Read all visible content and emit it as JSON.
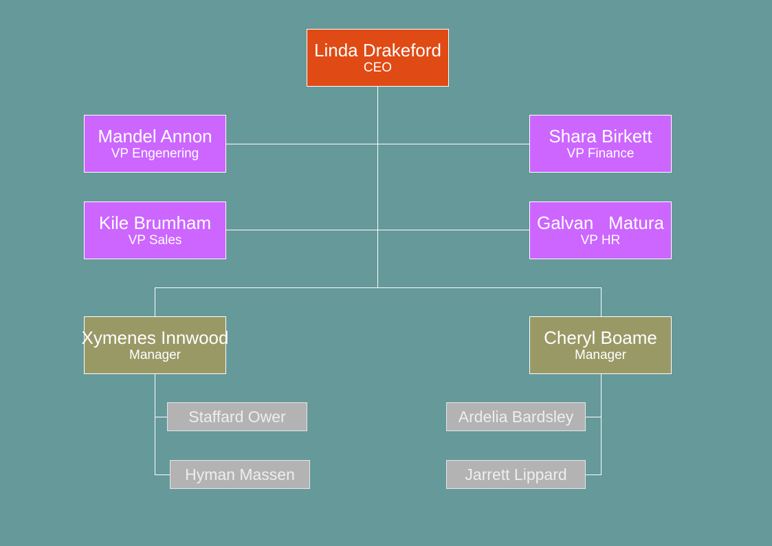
{
  "org": {
    "ceo": {
      "name": "Linda Drakeford",
      "role": "CEO",
      "color": "#e04a14"
    },
    "vps": [
      {
        "name": "Mandel Annon",
        "role": "VP Engenering"
      },
      {
        "name": "Shara Birkett",
        "role": "VP Finance"
      },
      {
        "name": "Kile Brumham",
        "role": "VP Sales"
      },
      {
        "name": "Galvan   Matura",
        "role": "VP HR"
      }
    ],
    "managers": [
      {
        "name": "Xymenes Innwood",
        "role": "Manager"
      },
      {
        "name": "Cheryl Boame",
        "role": "Manager"
      }
    ],
    "staff": [
      {
        "name": "Staffard Ower"
      },
      {
        "name": "Hyman Massen"
      },
      {
        "name": "Ardelia Bardsley"
      },
      {
        "name": "Jarrett Lippard"
      }
    ]
  },
  "colors": {
    "background": "#669999",
    "ceo": "#e04a14",
    "vp": "#cc66ff",
    "manager": "#999966",
    "staff": "#b3b3b3",
    "connector": "#ffffff"
  }
}
